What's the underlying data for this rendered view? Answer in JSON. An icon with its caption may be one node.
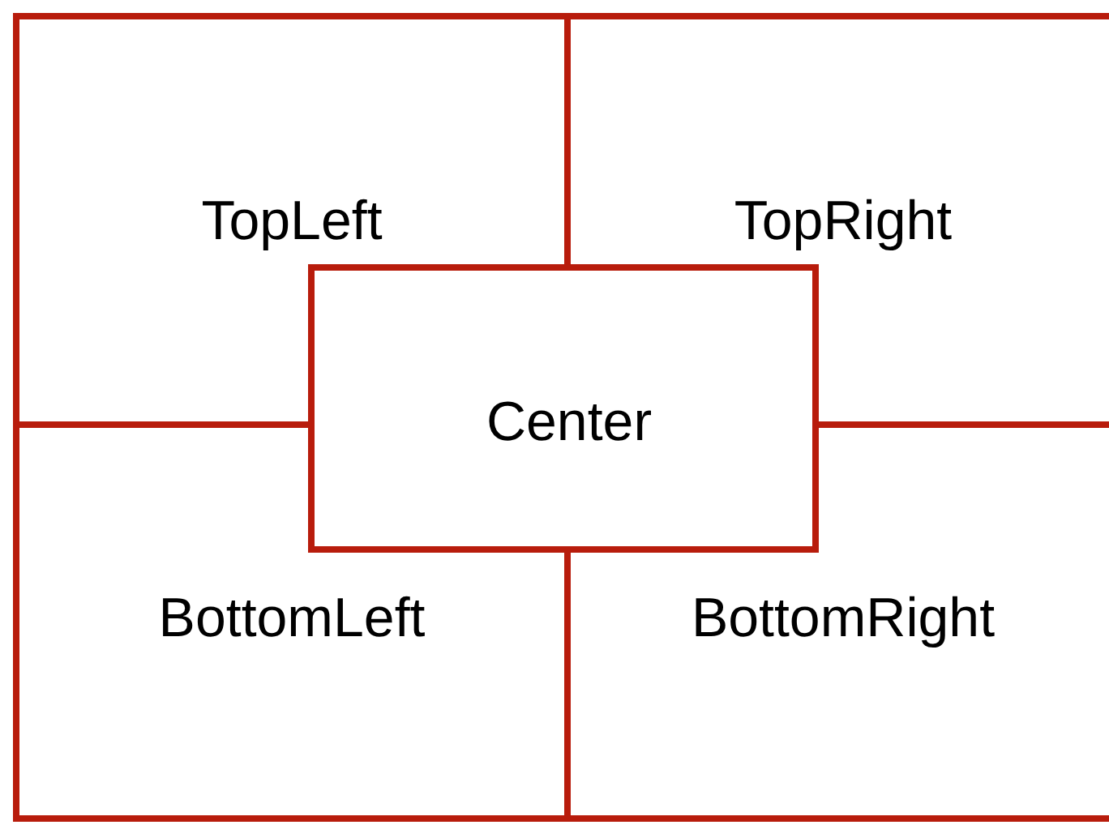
{
  "diagram": {
    "nodes": [
      {
        "text": [
          "TopLeft"
        ]
      },
      {
        "text": [
          "TopRight"
        ]
      },
      {
        "text": [
          "Center"
        ]
      },
      {
        "text": [
          "BottomLeft"
        ]
      },
      {
        "text": [
          "BottomRight"
        ]
      }
    ]
  }
}
